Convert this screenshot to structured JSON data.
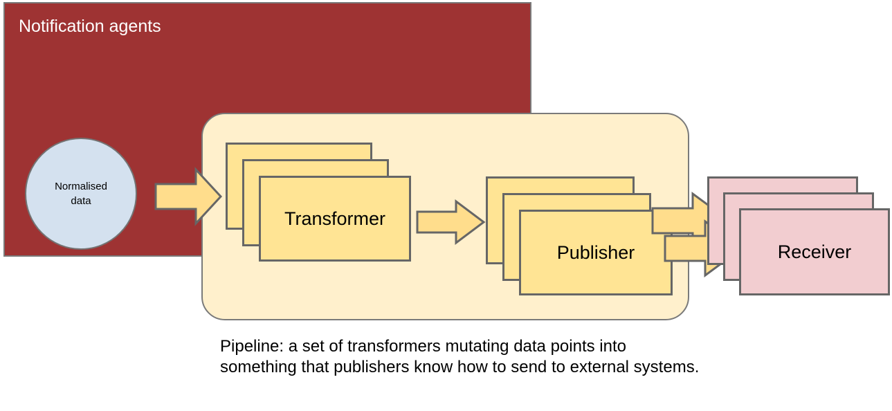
{
  "diagram": {
    "agents_container": {
      "title": "Notification agents",
      "color": "#9e3333",
      "text_color": "#ffffff"
    },
    "source_node": {
      "label": "Normalised\ndata",
      "shape": "circle",
      "color": "#d4e1ef"
    },
    "pipeline_container": {
      "color": "#fff0cc",
      "shape": "rounded-rectangle"
    },
    "stacks": [
      {
        "id": "transformer",
        "label": "Transformer",
        "color": "#ffe494",
        "count": 3
      },
      {
        "id": "publisher",
        "label": "Publisher",
        "color": "#ffe494",
        "count": 3
      },
      {
        "id": "receiver",
        "label": "Receiver",
        "color": "#f2cdd0",
        "count": 3
      }
    ],
    "arrows": [
      {
        "id": "source-to-transformer",
        "color": "#ffdd8c"
      },
      {
        "id": "transformer-to-publisher",
        "color": "#ffdd8c"
      },
      {
        "id": "publisher-to-receiver-back",
        "color": "#ffdd8c"
      },
      {
        "id": "publisher-to-receiver-front",
        "color": "#ffdd8c"
      }
    ],
    "caption": "Pipeline: a set of transformers mutating data points into something that publishers know how to send to external systems."
  }
}
